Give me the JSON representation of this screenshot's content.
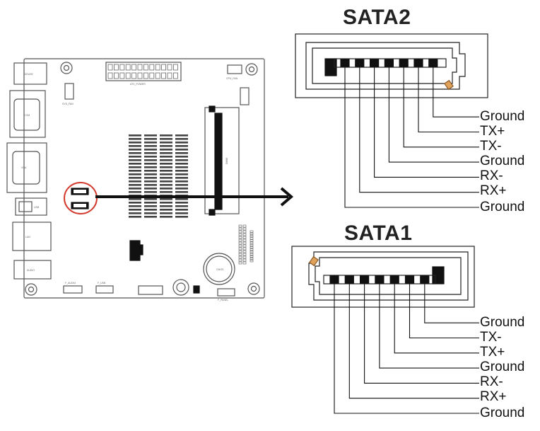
{
  "diagram": {
    "sata2": {
      "title": "SATA2",
      "pins": [
        "Ground",
        "TX+",
        "TX-",
        "Ground",
        "RX-",
        "RX+",
        "Ground"
      ]
    },
    "sata1": {
      "title": "SATA1",
      "pins": [
        "Ground",
        "TX-",
        "TX+",
        "Ground",
        "RX-",
        "RX+",
        "Ground"
      ]
    },
    "board": {
      "labels": {
        "mouse": "MOUSE",
        "com": "COM",
        "vga": "VGA",
        "usb": "USB",
        "lan": "LAN",
        "audio": "AUDIO",
        "atx_power": "ATX_POWER",
        "cpu_fan": "CPU_FAN",
        "sys_fan": "SYS_FAN",
        "dimm": "DIMM",
        "f_audio": "F_AUDIO",
        "f_usb": "F_USB",
        "cmos": "CMOS",
        "f_panel": "F_PANEL"
      }
    },
    "colors": {
      "line": "#111111",
      "highlight": "#d23a2e",
      "latch": "#e0a25a",
      "board_outline": "#555555"
    }
  }
}
